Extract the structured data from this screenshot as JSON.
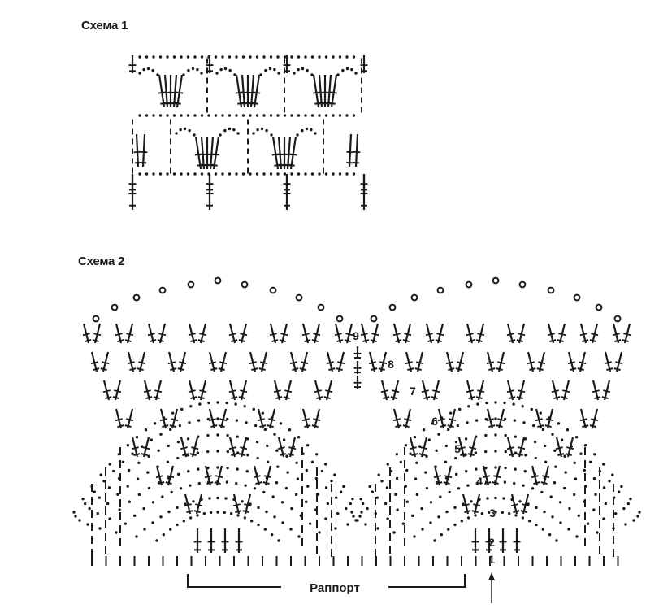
{
  "scheme1": {
    "title": "Схема 1"
  },
  "scheme2": {
    "title": "Схема 2",
    "repeat_label": "Раппорт",
    "row_numbers": [
      "1",
      "2",
      "3",
      "4",
      "5",
      "6",
      "7",
      "8",
      "9"
    ]
  },
  "colors": {
    "ink": "#1a1a1a",
    "paper": "#ffffff"
  }
}
